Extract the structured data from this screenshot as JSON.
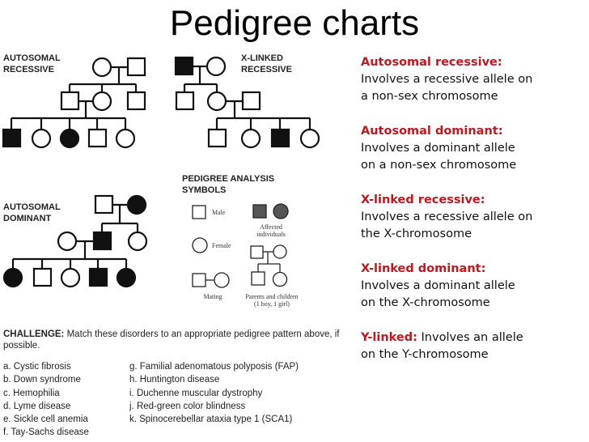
{
  "title": "Pedigree charts",
  "charts": {
    "autosomal_recessive": [
      "AUTOSOMAL",
      "RECESSIVE"
    ],
    "x_linked_recessive": [
      "X-LINKED",
      "RECESSIVE"
    ],
    "autosomal_dominant": [
      "AUTOSOMAL",
      "DOMINANT"
    ],
    "symbols_title": [
      "PEDIGREE ANALYSIS",
      "SYMBOLS"
    ]
  },
  "symbols": {
    "male": "Male",
    "female": "Female",
    "affected": "Affected individuals",
    "mating": "Mating",
    "parents_children": [
      "Parents and children",
      "(1 boy, 1 girl)"
    ]
  },
  "challenge": {
    "label": "CHALLENGE:",
    "text": "Match these disorders to an appropriate pedigree pattern above, if possible.",
    "col1": [
      "a. Cystic fibrosis",
      "b. Down syndrome",
      "c. Hemophilia",
      "d. Lyme disease",
      "e. Sickle cell anemia",
      "f. Tay-Sachs disease"
    ],
    "col2": [
      "g. Familial adenomatous polyposis (FAP)",
      "h. Huntington disease",
      "i. Duchenne muscular dystrophy",
      "j. Red-green color blindness",
      "k. Spinocerebellar ataxia type 1 (SCA1)"
    ]
  },
  "definitions": [
    {
      "head": "Autosomal recessive:",
      "body": [
        "Involves a recessive allele on",
        "a non-sex chromosome"
      ]
    },
    {
      "head": "Autosomal dominant:",
      "body": [
        "Involves a dominant allele",
        "on a non-sex chromosome"
      ]
    },
    {
      "head": "X-linked recessive:",
      "body": [
        "Involves a recessive allele on",
        "the X-chromosome"
      ]
    },
    {
      "head": "X-linked dominant:",
      "body": [
        "Involves a dominant allele",
        "on the X-chromosome"
      ]
    },
    {
      "head": "Y-linked:",
      "tail": " Involves an allele",
      "body": [
        "on the Y-chromosome"
      ]
    }
  ],
  "colors": {
    "heading_red": "#c0181f",
    "affected": "#111111"
  }
}
